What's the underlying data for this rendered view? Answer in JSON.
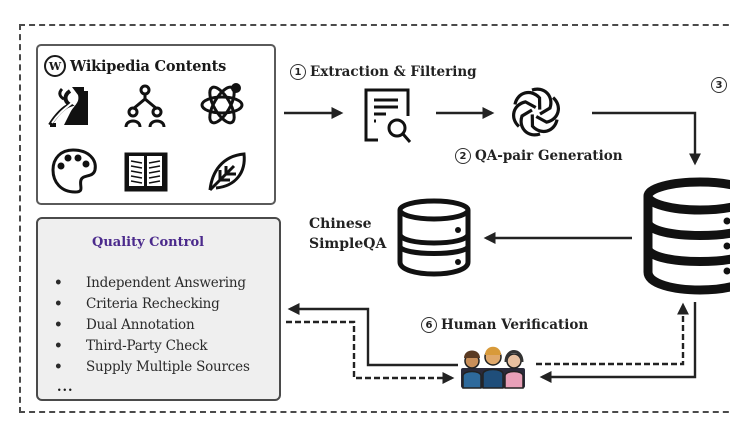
{
  "wikipedia": {
    "title": "Wikipedia Contents",
    "logo_glyph": "W",
    "icons": [
      "road-icon",
      "hierarchy-icon",
      "atom-icon",
      "palette-icon",
      "book-icon",
      "leaf-icon"
    ]
  },
  "steps": {
    "step1": {
      "number": "1",
      "label": "Extraction & Filtering"
    },
    "step2": {
      "number": "2",
      "label": "QA-pair Generation"
    },
    "step3": {
      "number": "3"
    },
    "step6": {
      "number": "6",
      "label": "Human Verification"
    }
  },
  "output": {
    "line1": "Chinese",
    "line2": "SimpleQA"
  },
  "quality_control": {
    "title": "Quality Control",
    "bullet": "•",
    "items": [
      "Independent Answering",
      "Criteria Rechecking",
      "Dual Annotation",
      "Third-Party Check",
      "Supply Multiple Sources"
    ],
    "ellipsis": "..."
  },
  "colors": {
    "qc_title": "#4b2a8c",
    "qc_background": "#efefef",
    "line": "#222222"
  }
}
